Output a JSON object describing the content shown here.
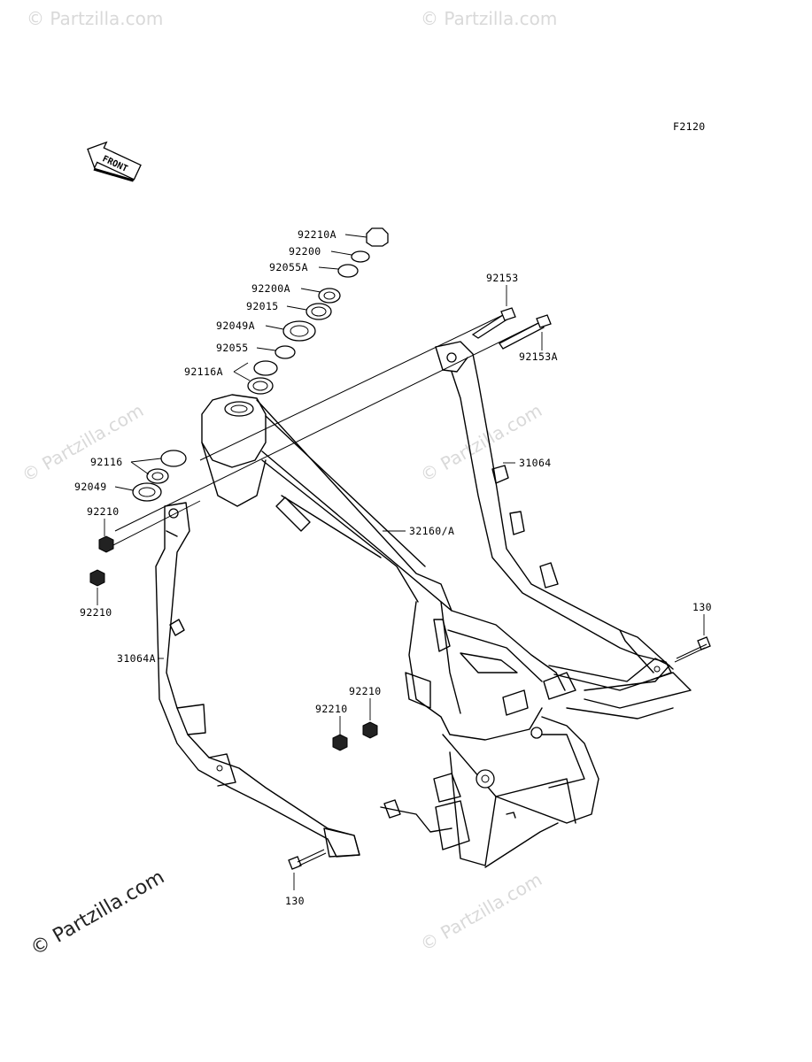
{
  "diagram_code": "F2120",
  "front_label": "FRONT",
  "watermark_main": "© Partzilla.com",
  "watermark_faint": "© Partzilla.com",
  "parts": [
    {
      "id": "p-92210A",
      "label": "92210A"
    },
    {
      "id": "p-92200",
      "label": "92200"
    },
    {
      "id": "p-92055A",
      "label": "92055A"
    },
    {
      "id": "p-92200A",
      "label": "92200A"
    },
    {
      "id": "p-92015",
      "label": "92015"
    },
    {
      "id": "p-92049A",
      "label": "92049A"
    },
    {
      "id": "p-92055",
      "label": "92055"
    },
    {
      "id": "p-92116A",
      "label": "92116A"
    },
    {
      "id": "p-92116",
      "label": "92116"
    },
    {
      "id": "p-92049",
      "label": "92049"
    },
    {
      "id": "p-92210-a",
      "label": "92210"
    },
    {
      "id": "p-92210-b",
      "label": "92210"
    },
    {
      "id": "p-31064A",
      "label": "31064A"
    },
    {
      "id": "p-92153",
      "label": "92153"
    },
    {
      "id": "p-92153A",
      "label": "92153A"
    },
    {
      "id": "p-31064",
      "label": "31064"
    },
    {
      "id": "p-32160",
      "label": "32160/A"
    },
    {
      "id": "p-130-a",
      "label": "130"
    },
    {
      "id": "p-130-b",
      "label": "130"
    },
    {
      "id": "p-92210-c",
      "label": "92210"
    },
    {
      "id": "p-92210-d",
      "label": "92210"
    }
  ]
}
